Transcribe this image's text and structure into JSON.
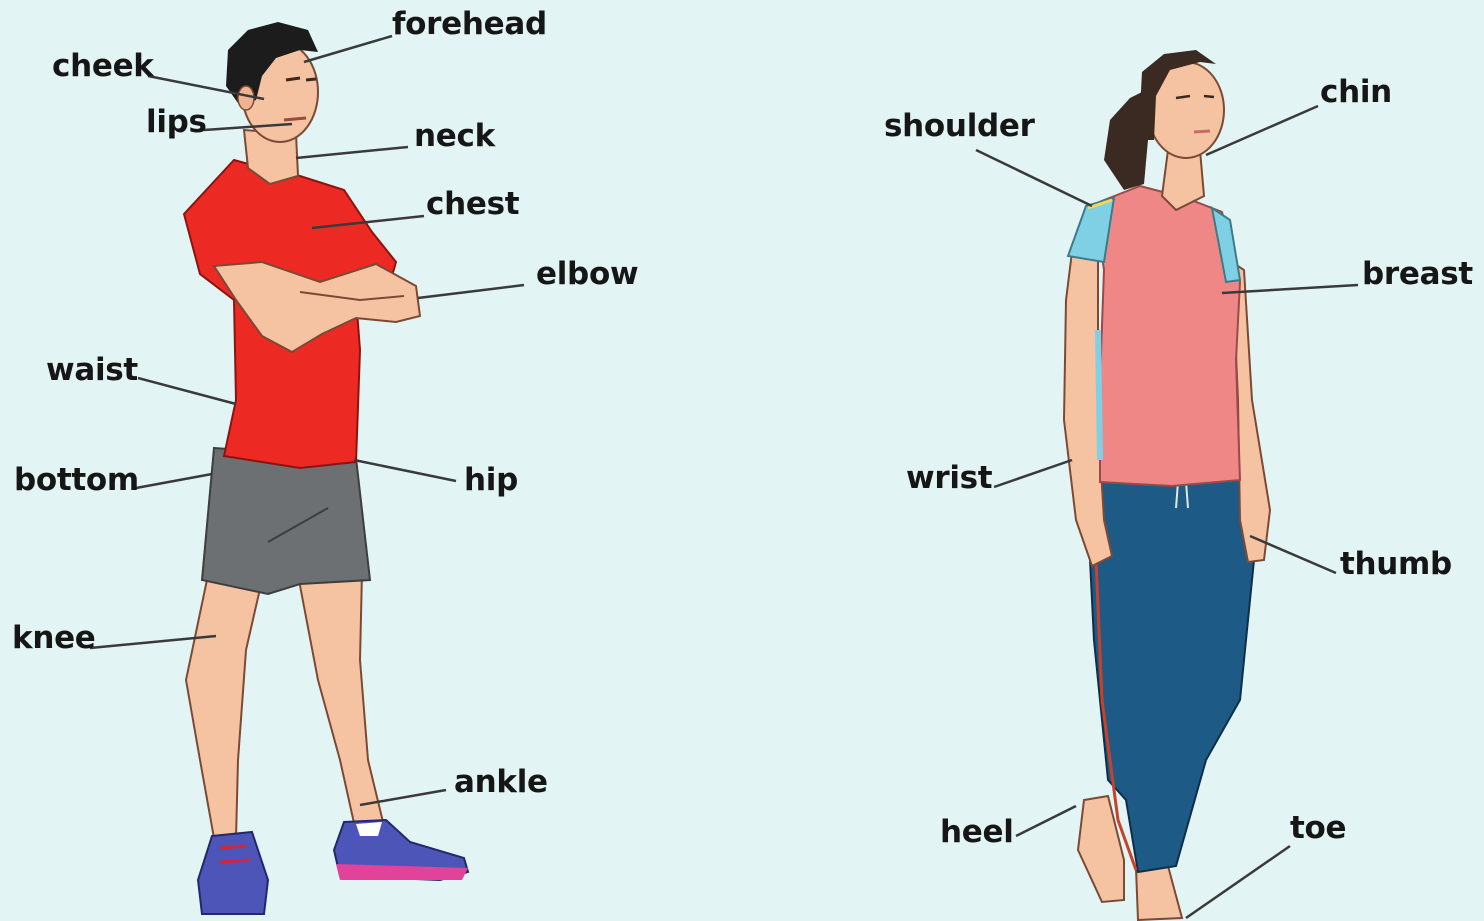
{
  "colors": {
    "background": "#e2f4f4",
    "skin": "#f6c3a2",
    "man_shirt": "#ec2a23",
    "man_shorts": "#6c7072",
    "man_shoes": "#4e55b8",
    "woman_top": "#ef8787",
    "woman_sleeves": "#7fd0e4",
    "woman_trousers": "#1d5a86",
    "leader_line": "#3a3a3a"
  },
  "man": {
    "labels": {
      "forehead": "forehead",
      "cheek": "cheek",
      "lips": "lips",
      "neck": "neck",
      "chest": "chest",
      "elbow": "elbow",
      "waist": "waist",
      "bottom": "bottom",
      "hip": "hip",
      "knee": "knee",
      "ankle": "ankle"
    }
  },
  "woman": {
    "labels": {
      "chin": "chin",
      "shoulder": "shoulder",
      "breast": "breast",
      "wrist": "wrist",
      "thumb": "thumb",
      "heel": "heel",
      "toe": "toe"
    }
  }
}
